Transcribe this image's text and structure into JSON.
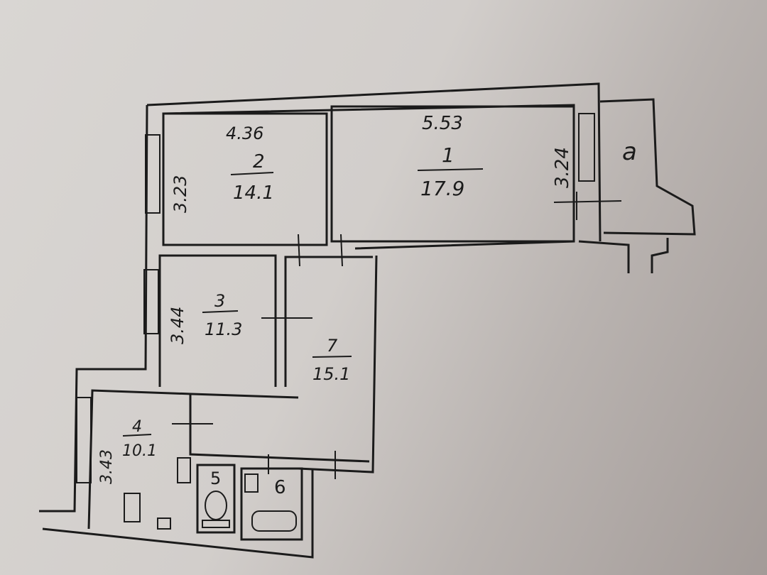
{
  "rooms": [
    {
      "number": "1",
      "area": "17.9",
      "width": "5.53",
      "depth": "3.24"
    },
    {
      "number": "2",
      "area": "14.1",
      "width": "4.36",
      "depth": "3.23"
    },
    {
      "number": "3",
      "area": "11.3",
      "depth": "3.44"
    },
    {
      "number": "4",
      "area": "10.1",
      "depth": "3.43"
    },
    {
      "number": "5"
    },
    {
      "number": "6"
    },
    {
      "number": "7",
      "area": "15.1"
    }
  ],
  "balcony_label": "a"
}
